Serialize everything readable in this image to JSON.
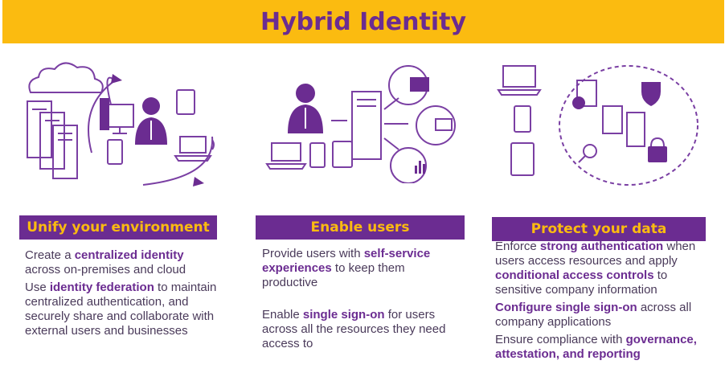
{
  "title": "Hybrid Identity",
  "colors": {
    "banner": "#fbbb10",
    "purple": "#6b2c91",
    "text": "#4a3a5a"
  },
  "columns": [
    {
      "header": "Unify your environment",
      "paragraphs": [
        [
          "Create a ",
          "centralized identity",
          " across on-premises and cloud"
        ],
        [
          "Use ",
          "identity federation",
          " to maintain centralized authentication, and securely share and collaborate with external users and businesses"
        ]
      ]
    },
    {
      "header": "Enable users",
      "paragraphs": [
        [
          "Provide users with ",
          "self-service experiences",
          " to keep them productive"
        ],
        [
          "Enable ",
          "single sign-on",
          " for users across all the resources they need access to"
        ]
      ]
    },
    {
      "header": "Protect your data",
      "paragraphs": [
        [
          "Enforce ",
          "strong authentication",
          " when users access resources and apply ",
          "conditional access controls",
          " to sensitive company information"
        ],
        [
          "Configure single sign-on",
          " across all company applications"
        ],
        [
          "Ensure compliance with ",
          "governance",
          ", ",
          "attestation",
          ", and reporting"
        ]
      ]
    }
  ],
  "icons": {
    "unify": [
      "cloud-icon",
      "server-stack-icon",
      "user-icon",
      "desktop-icon",
      "tablet-icon",
      "phone-icon",
      "laptop-icon",
      "sync-arrows-icon"
    ],
    "enable": [
      "user-icon",
      "server-icon",
      "mail-icon",
      "folder-icon",
      "chart-icon",
      "laptop-icon",
      "phone-icon",
      "tablet-icon"
    ],
    "protect": [
      "laptop-icon",
      "phone-icon",
      "tablet-icon",
      "document-check-icon",
      "document-icon",
      "shield-icon",
      "server-icon",
      "magnifier-icon",
      "lock-icon"
    ]
  }
}
